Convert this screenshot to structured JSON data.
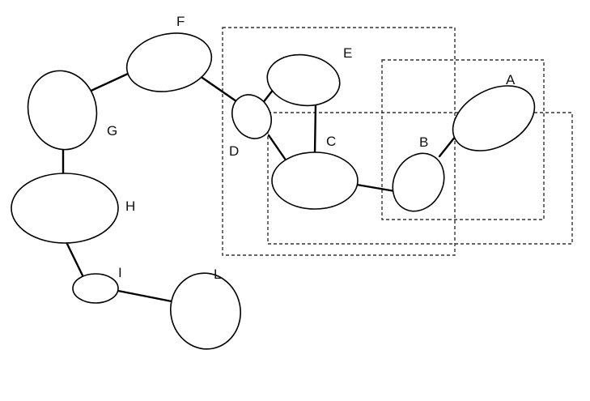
{
  "diagram": {
    "nodes": [
      {
        "id": "A",
        "label": "A"
      },
      {
        "id": "B",
        "label": "B"
      },
      {
        "id": "C",
        "label": "C"
      },
      {
        "id": "D",
        "label": "D"
      },
      {
        "id": "E",
        "label": "E"
      },
      {
        "id": "F",
        "label": "F"
      },
      {
        "id": "G",
        "label": "G"
      },
      {
        "id": "H",
        "label": "H"
      },
      {
        "id": "I",
        "label": "I"
      },
      {
        "id": "L",
        "label": "L"
      }
    ],
    "edges": [
      {
        "from": "F",
        "to": "G"
      },
      {
        "from": "G",
        "to": "H"
      },
      {
        "from": "H",
        "to": "I"
      },
      {
        "from": "I",
        "to": "L"
      },
      {
        "from": "F",
        "to": "D"
      },
      {
        "from": "D",
        "to": "E"
      },
      {
        "from": "D",
        "to": "C"
      },
      {
        "from": "E",
        "to": "C"
      },
      {
        "from": "C",
        "to": "B"
      },
      {
        "from": "B",
        "to": "A"
      }
    ],
    "groups": [
      {
        "id": "group-1"
      },
      {
        "id": "group-2"
      },
      {
        "id": "group-3"
      }
    ],
    "colors": {
      "stroke": "#000000",
      "dashed": "#333333",
      "background": "#ffffff"
    }
  }
}
